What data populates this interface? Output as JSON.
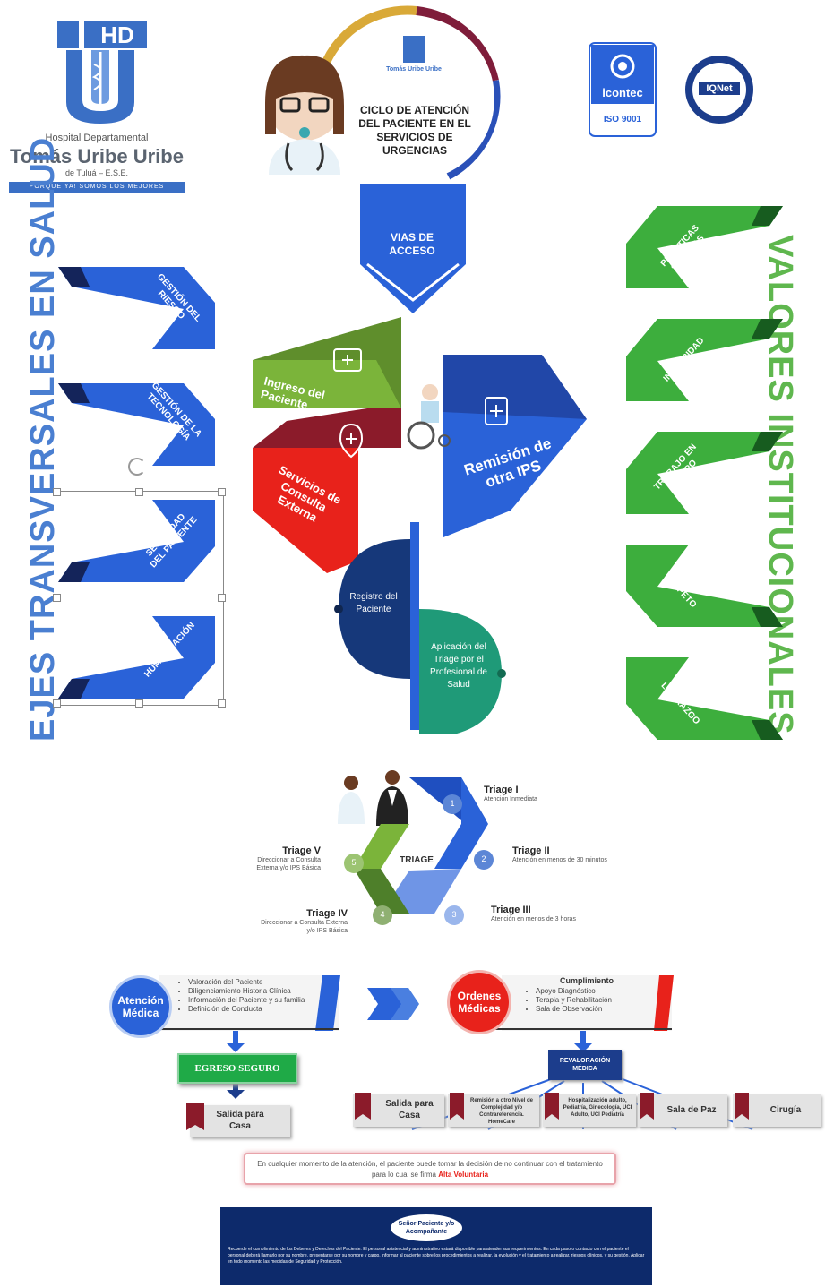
{
  "logo": {
    "hd": "HD",
    "line1": "Hospital Departamental",
    "line2": "Tomás Uribe Uribe",
    "line3": "de Tuluá – E.S.E.",
    "slogan": "PORQUE YA! SOMOS LOS MEJORES"
  },
  "cycle": {
    "logo_caption": "Tomás Uribe Uribe",
    "title": "CICLO DE ATENCIÓN DEL PACIENTE EN EL SERVICIOS DE URGENCIAS"
  },
  "certs": {
    "icontec": "icontec",
    "iso": "ISO 9001",
    "iqnet": "IQNet"
  },
  "left_title": "EJES TRANSVERSALES EN SALUD",
  "right_title": "VALORES INSTITUCIONALES",
  "ejes": [
    "GESTIÓN DEL RIESGO",
    "GESTIÓN DE LA TECNOLOGÍA",
    "SEGURIDAD DEL PACIENTE",
    "HUMANIZACIÓN"
  ],
  "valores": [
    "PRACTICAS SEGURAS",
    "INTEGRIDAD",
    "TRABAJO EN EQUIPO",
    "RESPETO",
    "LIDERAZGO"
  ],
  "vias": "VIAS DE ACCESO",
  "ingreso": "Ingreso del Paciente",
  "remision": "Remisión de otra IPS",
  "servicios": "Servicios de Consulta Externa",
  "registro": "Registro del Paciente",
  "aplicacion": "Aplicación del Triage por el Profesional de Salud",
  "triage": {
    "center": "TRIAGE",
    "items": [
      {
        "num": "1",
        "name": "Triage I",
        "desc": "Atención Inmediata"
      },
      {
        "num": "2",
        "name": "Triage II",
        "desc": "Atención en menos de 30 minutos"
      },
      {
        "num": "3",
        "name": "Triage III",
        "desc": "Atención en menos de 3 horas"
      },
      {
        "num": "4",
        "name": "Triage IV",
        "desc": "Direccionar a Consulta Externa y/o IPS Básica"
      },
      {
        "num": "5",
        "name": "Triage V",
        "desc": "Direccionar a Consulta Externa y/o IPS Básica"
      }
    ]
  },
  "atencion": {
    "title": "Atención Médica",
    "bullets": [
      "Valoración del Paciente",
      "Diligenciamiento Historia Clínica",
      "Información del Paciente y su familia",
      "Definición de Conducta"
    ]
  },
  "ordenes": {
    "title": "Ordenes Médicas",
    "heading": "Cumplimiento",
    "bullets": [
      "Apoyo Diagnóstico",
      "Terapia y Rehabilitación",
      "Sala de Observación"
    ]
  },
  "egreso": "EGRESO SEGURO",
  "salida_left": "Salida para Casa",
  "revaloracion": "REVALORACIÓN MÉDICA",
  "outcomes": [
    "Salida para Casa",
    "Remisión a otro Nivel de Complejidad y/o Contrareferencia. HomeCare",
    "Hospitalización adulto, Pediatría, Ginecología, UCI Adulto, UCI Pediatría",
    "Sala de Paz",
    "Cirugía"
  ],
  "notice": {
    "text": "En cualquier momento de la atención, el paciente puede tomar la decisión de no continuar con el tratamiento para lo cual se firma",
    "highlight": "Alta Voluntaria"
  },
  "footer": {
    "badge": "Señor Paciente y/o Acompañante",
    "text": "Recuerde el cumplimiento de los Deberes y Derechos del Paciente. El personal asistencial y administrativo estará disponible para atender sus requerimientos. En cada paso o contacto con el paciente el personal deberá llamarlo por su nombre, presentarse por su nombre y cargo, informar al paciente sobre los procedimientos a realizar, la evolución y el tratamiento a realizar, riesgos clínicos, y su gestión. Aplicar en todo momento las medidas de Seguridad y Protección."
  },
  "colors": {
    "blue": "#2a62d8",
    "green": "#3dae3d",
    "red": "#e8221b",
    "darkred": "#8b1b2a",
    "olive": "#6aa32e",
    "navy": "#0d2a6b",
    "teal": "#1b8c6c"
  }
}
